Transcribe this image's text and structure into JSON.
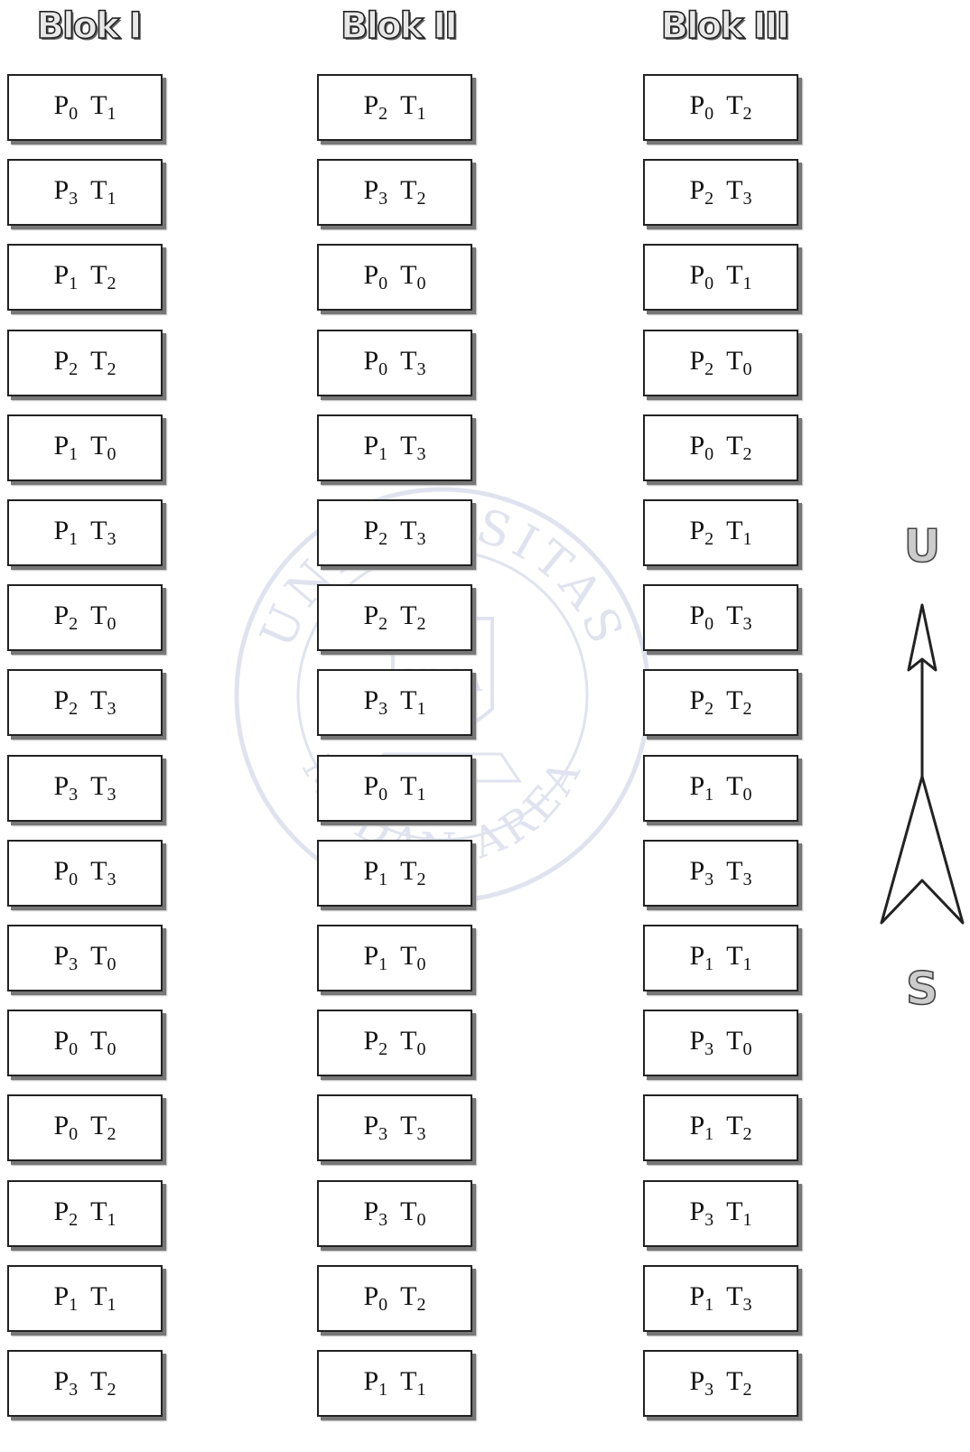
{
  "blocks": [
    {
      "title": "Blok I",
      "cells": [
        {
          "p": "0",
          "t": "1"
        },
        {
          "p": "3",
          "t": "1"
        },
        {
          "p": "1",
          "t": "2"
        },
        {
          "p": "2",
          "t": "2"
        },
        {
          "p": "1",
          "t": "0"
        },
        {
          "p": "1",
          "t": "3"
        },
        {
          "p": "2",
          "t": "0"
        },
        {
          "p": "2",
          "t": "3"
        },
        {
          "p": "3",
          "t": "3"
        },
        {
          "p": "0",
          "t": "3"
        },
        {
          "p": "3",
          "t": "0"
        },
        {
          "p": "0",
          "t": "0"
        },
        {
          "p": "0",
          "t": "2"
        },
        {
          "p": "2",
          "t": "1"
        },
        {
          "p": "1",
          "t": "1"
        },
        {
          "p": "3",
          "t": "2"
        }
      ]
    },
    {
      "title": "Blok II",
      "cells": [
        {
          "p": "2",
          "t": "1"
        },
        {
          "p": "3",
          "t": "2"
        },
        {
          "p": "0",
          "t": "0"
        },
        {
          "p": "0",
          "t": "3"
        },
        {
          "p": "1",
          "t": "3"
        },
        {
          "p": "2",
          "t": "3"
        },
        {
          "p": "2",
          "t": "2"
        },
        {
          "p": "3",
          "t": "1"
        },
        {
          "p": "0",
          "t": "1"
        },
        {
          "p": "1",
          "t": "2"
        },
        {
          "p": "1",
          "t": "0"
        },
        {
          "p": "2",
          "t": "0"
        },
        {
          "p": "3",
          "t": "3"
        },
        {
          "p": "3",
          "t": "0"
        },
        {
          "p": "0",
          "t": "2"
        },
        {
          "p": "1",
          "t": "1"
        }
      ]
    },
    {
      "title": "Blok III",
      "cells": [
        {
          "p": "0",
          "t": "2"
        },
        {
          "p": "2",
          "t": "3"
        },
        {
          "p": "0",
          "t": "1"
        },
        {
          "p": "2",
          "t": "0"
        },
        {
          "p": "0",
          "t": "2"
        },
        {
          "p": "2",
          "t": "1"
        },
        {
          "p": "0",
          "t": "3"
        },
        {
          "p": "2",
          "t": "2"
        },
        {
          "p": "1",
          "t": "0"
        },
        {
          "p": "3",
          "t": "3"
        },
        {
          "p": "1",
          "t": "1"
        },
        {
          "p": "3",
          "t": "0"
        },
        {
          "p": "1",
          "t": "2"
        },
        {
          "p": "3",
          "t": "1"
        },
        {
          "p": "1",
          "t": "3"
        },
        {
          "p": "3",
          "t": "2"
        }
      ]
    }
  ],
  "compass": {
    "north": "U",
    "south": "S"
  },
  "watermark": {
    "top_text": "UNIVERSITAS",
    "bottom_text": "MEDAN AREA",
    "center_text": "UMA"
  }
}
